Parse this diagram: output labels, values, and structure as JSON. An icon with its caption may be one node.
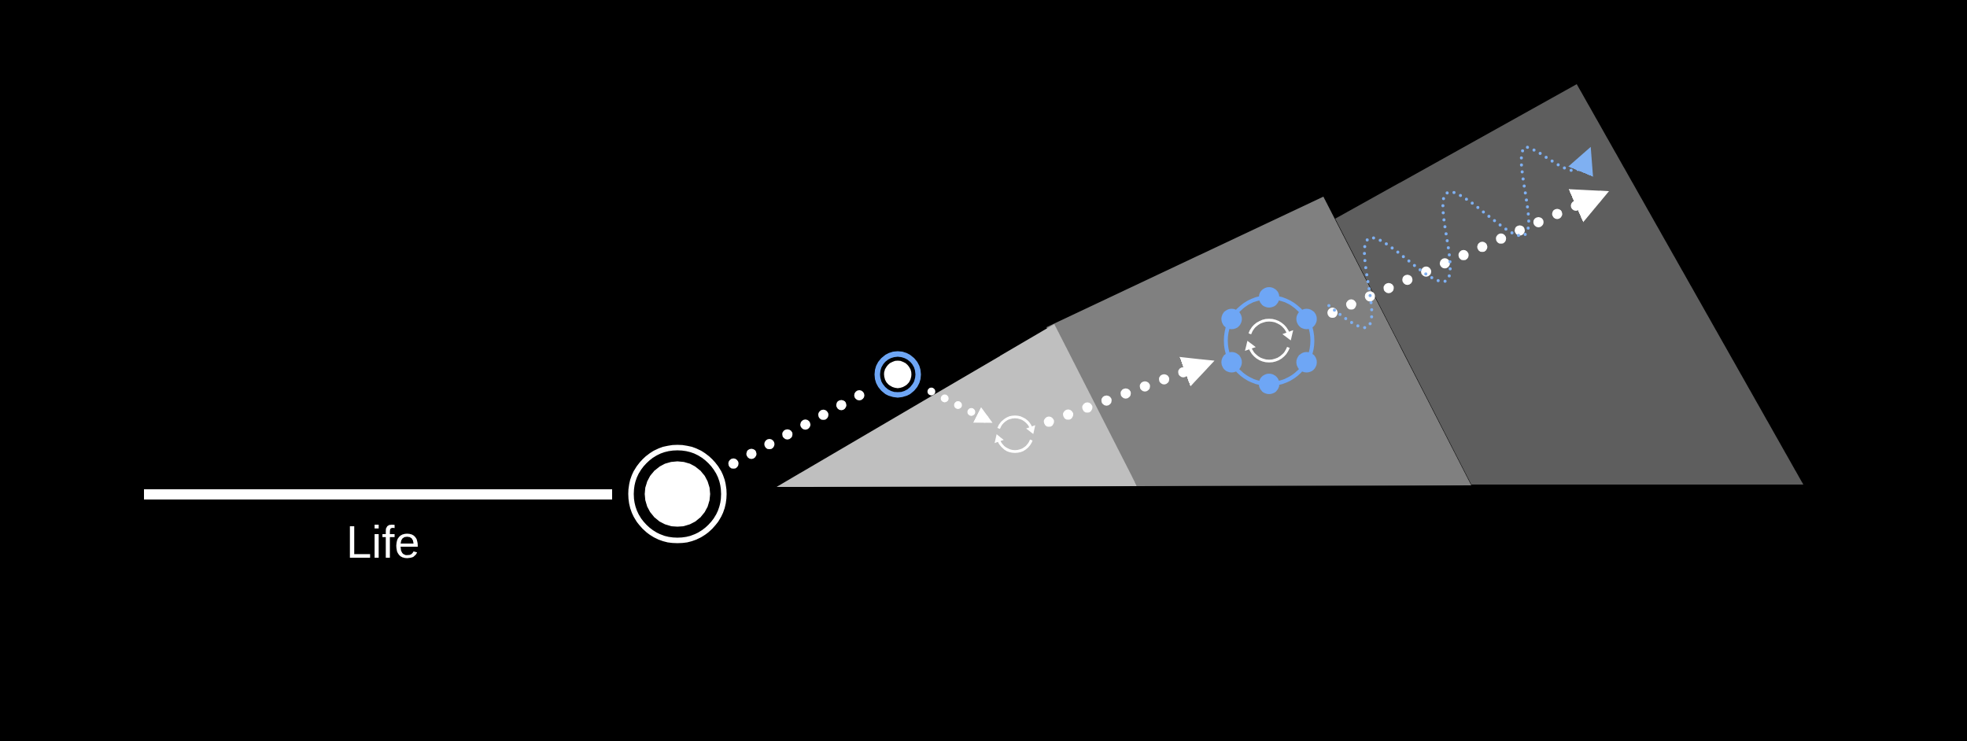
{
  "diagram": {
    "nodes": [
      {
        "text": [],
        "shape": "circle"
      },
      {
        "text": [],
        "shape": "circle"
      },
      {
        "text": [],
        "shape": "cycle"
      },
      {
        "text": [],
        "shape": "circle"
      }
    ],
    "edges": [
      {
        "from": 0,
        "to": 1,
        "arrow": "none"
      },
      {
        "from": 1,
        "to": 2,
        "arrow": "to"
      },
      {
        "from": 2,
        "to": 3,
        "arrow": "to"
      },
      {
        "from": 3,
        "to": null,
        "arrow": "to"
      },
      {
        "from": 3,
        "to": null,
        "arrow": "to",
        "color": "#7fb0f2"
      }
    ],
    "labels": [
      "Life"
    ]
  }
}
